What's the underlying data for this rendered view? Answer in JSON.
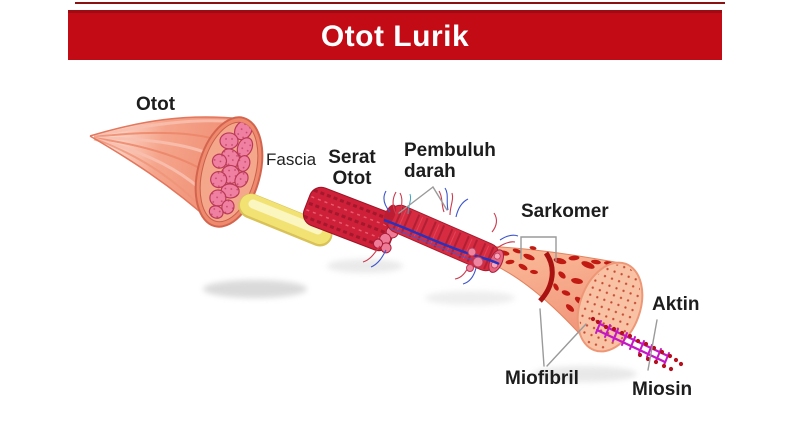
{
  "banner": {
    "title": "Otot Lurik"
  },
  "labels": {
    "otot": "Otot",
    "fascia": "Fascia",
    "serat_otot": "Serat Otot",
    "pembuluh_darah": "Pembuluh darah",
    "sarkomer": "Sarkomer",
    "aktin": "Aktin",
    "miofibril": "Miofibril",
    "miosin": "Miosin"
  },
  "colors": {
    "banner_red": "#c20b15",
    "banner_top_line": "#8a1212",
    "muscle_salmon": "#f29078",
    "fascicle_pink": "#f080a2",
    "fascia_yellow": "#f2e274",
    "fiber_red": "#d62b40",
    "vessel_blue": "#2433c2",
    "myofibril_salmon": "#f6a586",
    "band_dark_red": "#a81210",
    "filament_magenta": "#c318c3",
    "actin_bead_red": "#b5101e",
    "label_text": "#1d1d1d",
    "pointer_gray": "#9a9a9a"
  }
}
